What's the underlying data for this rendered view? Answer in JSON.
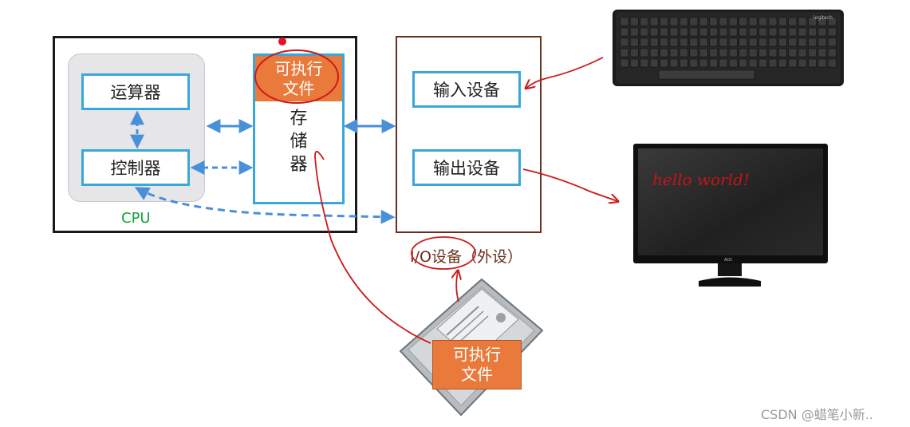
{
  "cpu": {
    "label": "CPU",
    "alu_label": "运算器",
    "control_label": "控制器"
  },
  "memory": {
    "chars": [
      "存",
      "储",
      "器"
    ],
    "file_line1": "可执行",
    "file_line2": "文件"
  },
  "io": {
    "input_label": "输入设备",
    "output_label": "输出设备",
    "caption": "I/O设备（外设）"
  },
  "disk": {
    "file_line1": "可执行",
    "file_line2": "文件"
  },
  "monitor": {
    "screen_text": "hello world!",
    "brand": "AOC"
  },
  "keyboard": {
    "brand": "logitech"
  },
  "watermark": "CSDN @蜡笔小新.."
}
